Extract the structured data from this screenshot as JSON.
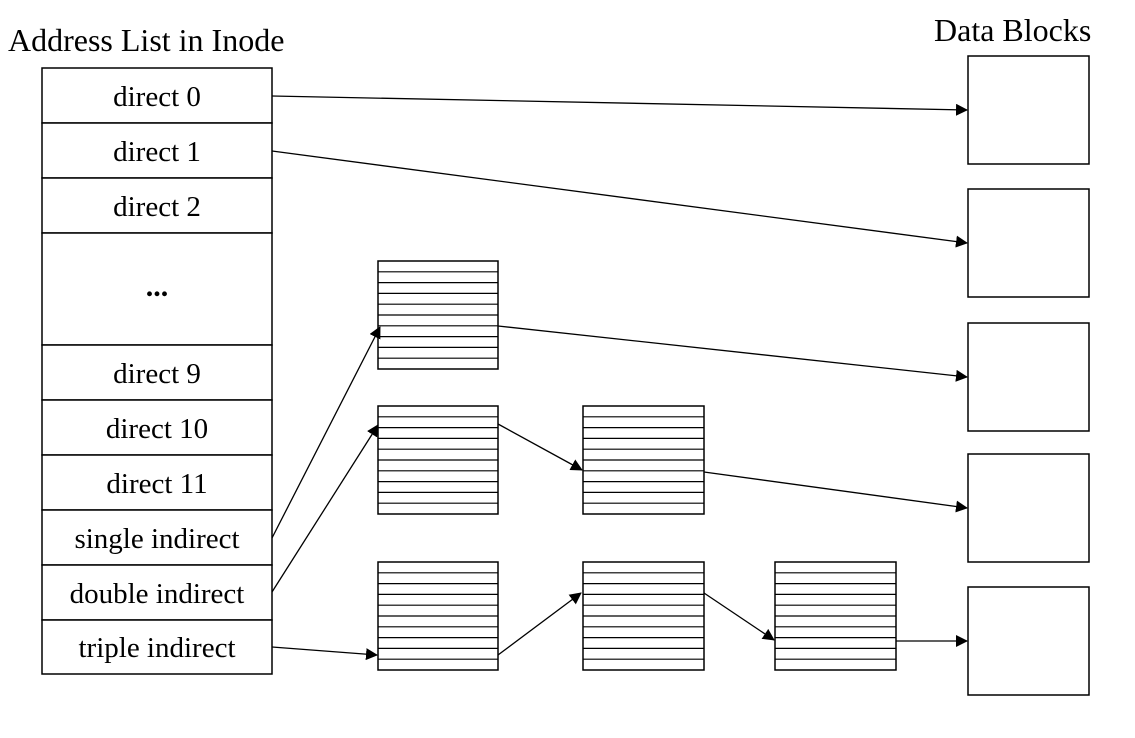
{
  "title_left": "Address List in Inode",
  "title_right": "Data Blocks",
  "inode_entries": [
    "direct 0",
    "direct 1",
    "direct 2",
    "...",
    "direct 9",
    "direct 10",
    "direct 11",
    "single indirect",
    "double indirect",
    "triple indirect"
  ],
  "colors": {
    "stroke": "#000000",
    "background": "#ffffff"
  }
}
